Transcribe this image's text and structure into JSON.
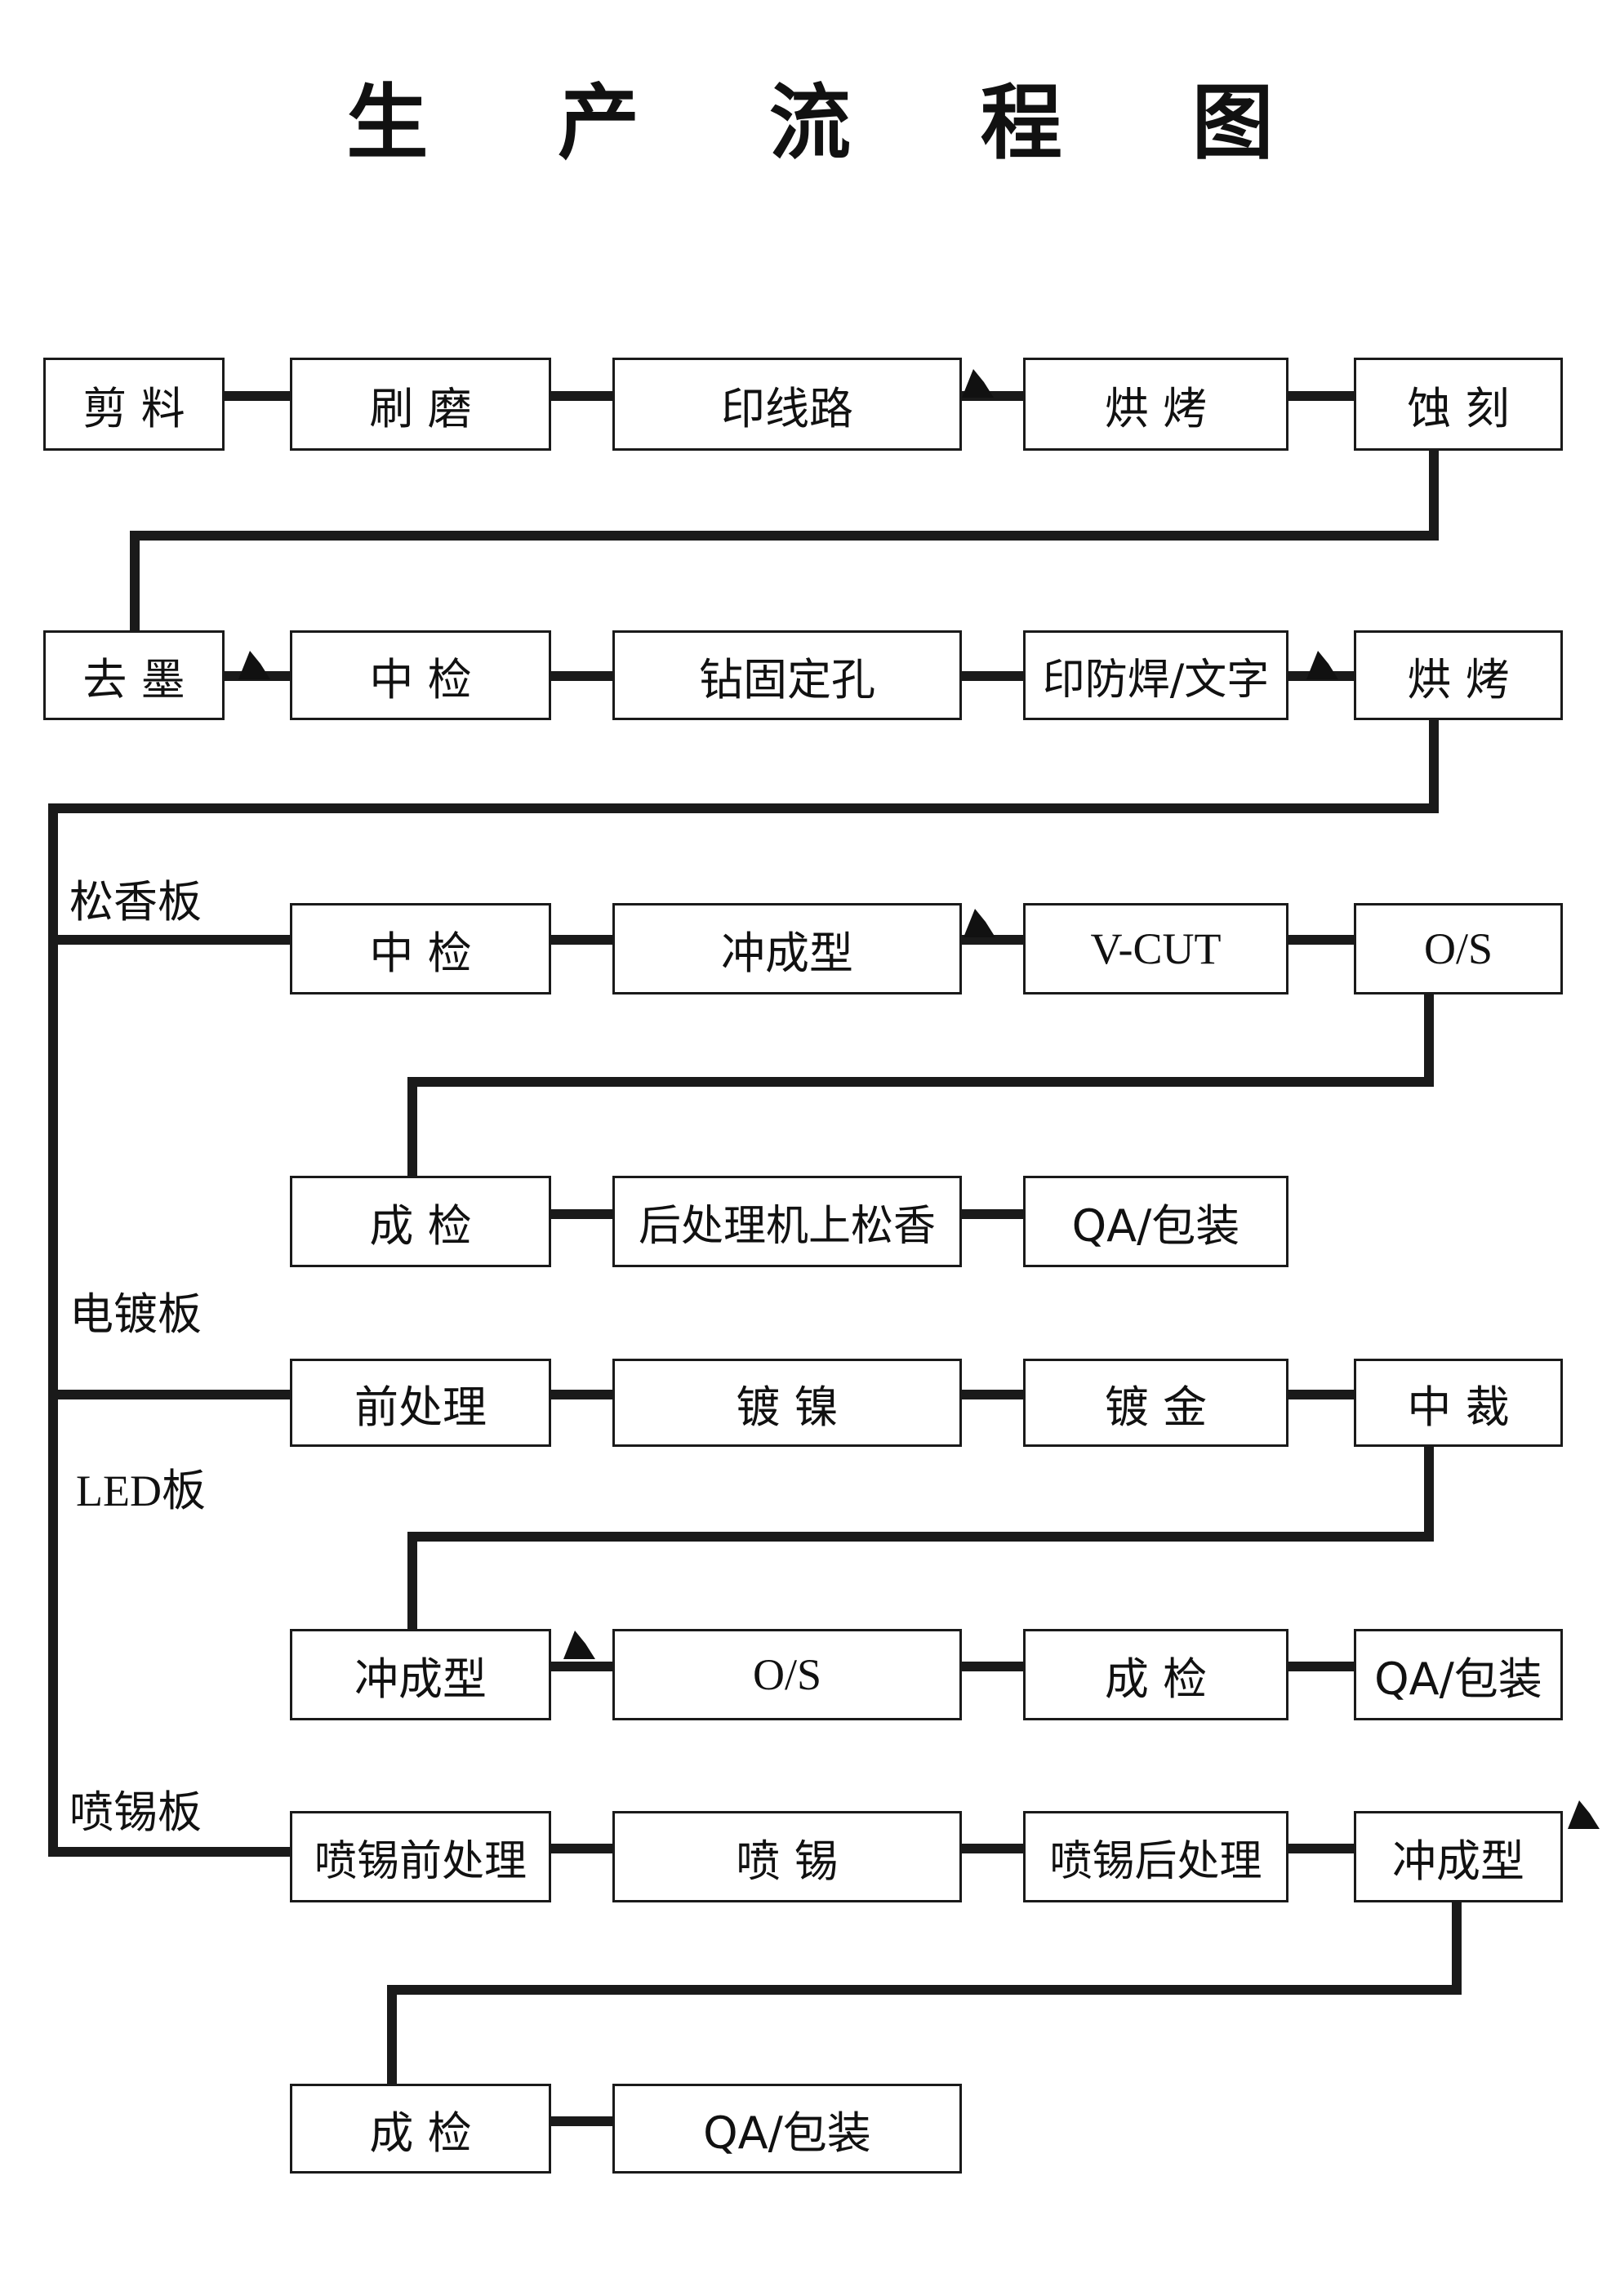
{
  "title": "生 产 流 程 图",
  "steps": {
    "r1": [
      "剪 料",
      "刷 磨",
      "印线路",
      "烘 烤",
      "蚀 刻"
    ],
    "r2": [
      "去 墨",
      "中 检",
      "钻固定孔",
      "印防焊/文字",
      "烘 烤"
    ],
    "r3": [
      "中 检",
      "冲成型",
      "V-CUT",
      "O/S"
    ],
    "r4": [
      "成 检",
      "后处理机上松香",
      "QA/包装"
    ],
    "r5": [
      "前处理",
      "镀 镍",
      "镀 金",
      "中 裁"
    ],
    "r6": [
      "冲成型",
      "O/S",
      "成 检",
      "QA/包装"
    ],
    "r7": [
      "喷锡前处理",
      "喷 锡",
      "喷锡后处理",
      "冲成型"
    ],
    "r8": [
      "成 检",
      "QA/包装"
    ]
  },
  "branches": {
    "rosin": "松香板",
    "electroplate": "电镀板",
    "led": "LED板",
    "hasl": "喷锡板"
  }
}
